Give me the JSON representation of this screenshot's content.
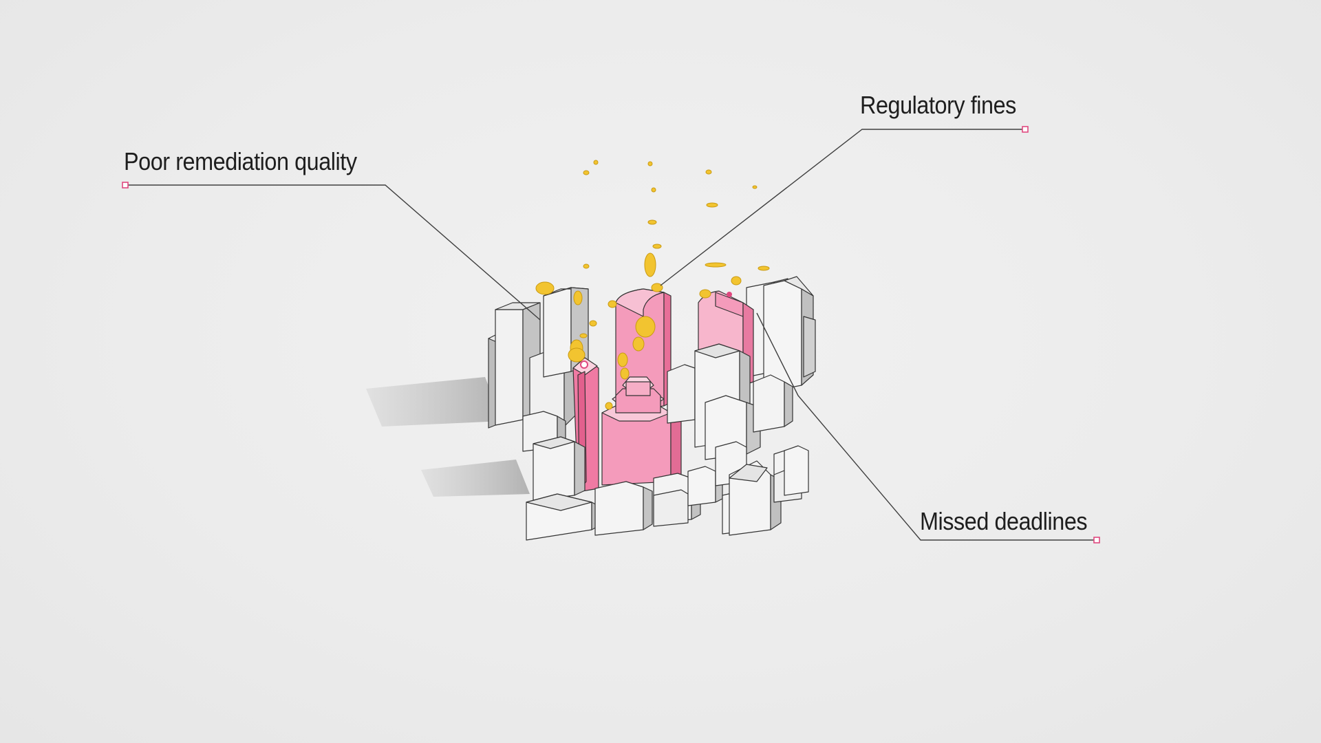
{
  "callouts": {
    "poor_remediation": "Poor remediation quality",
    "regulatory_fines": "Regulatory fines",
    "missed_deadlines": "Missed deadlines"
  },
  "colors": {
    "background": "#ececec",
    "building_face": "#f4f4f4",
    "building_side": "#c9c9c9",
    "highlight_pink": "#f07aa3",
    "highlight_pink_light": "#f7b6cc",
    "coin_gold": "#f2c430",
    "leader_line": "#444444",
    "marker": "#e0487f"
  }
}
